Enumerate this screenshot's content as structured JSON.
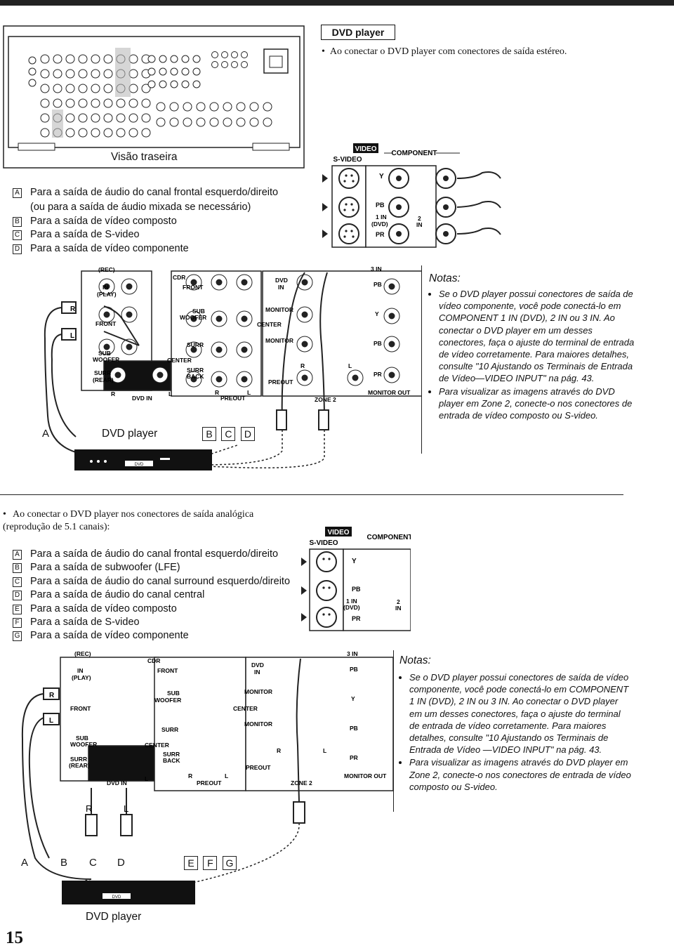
{
  "section_title": "DVD player",
  "bullet_stereo": "Ao conectar o DVD player com conectores de saída estéreo.",
  "rear_view_label": "Visão traseira",
  "list1": [
    {
      "key": "A",
      "text": "Para a saída de áudio do canal frontal esquerdo/direito"
    },
    {
      "key": "",
      "text": "(ou para a saída de áudio mixada se necessário)"
    },
    {
      "key": "B",
      "text": "Para a saída de vídeo composto"
    },
    {
      "key": "C",
      "text": "Para a saída de S-video"
    },
    {
      "key": "D",
      "text": "Para a saída de vídeo componente"
    }
  ],
  "video_panel": {
    "video": "VIDEO",
    "svideo": "S-VIDEO",
    "component": "COMPONENT",
    "y": "Y",
    "pb": "PB",
    "pr": "PR",
    "in1": "1 IN",
    "dvd": "(DVD)",
    "in2a": "2",
    "in2b": "IN"
  },
  "rear_panel": {
    "rec": "(REC)",
    "in": "IN",
    "play": "(PLAY)",
    "cdr": "CDR",
    "front": "FRONT",
    "front2": "FRONT",
    "sub": "SUB",
    "woofer": "WOOFER",
    "surr": "SURR",
    "center": "CENTER",
    "surr_rear": "SURR",
    "rear": "(REAR)",
    "surr_back": "SURR",
    "back": "BACK",
    "dvd_in": "DVD IN",
    "r": "R",
    "l": "L",
    "preout": "PREOUT",
    "dvd": "DVD",
    "dvd_in2": "IN",
    "monitor": "MONITOR",
    "out": "OUT",
    "center2": "CENTER",
    "monitor2": "MONITOR",
    "out2": "OUT",
    "preout2": "PREOUT",
    "zone2": "ZONE 2",
    "in3": "3 IN",
    "pb": "PB",
    "y": "Y",
    "pr": "PR",
    "monitor_out": "MONITOR OUT"
  },
  "diagram1": {
    "a": "A",
    "b": "B",
    "c": "C",
    "d": "D",
    "dvd_player": "DVD player",
    "r": "R",
    "l": "L",
    "dvd_logo": "DVD"
  },
  "notes1": {
    "title": "Notas:",
    "items": [
      "Se o DVD player possui conectores de saída de vídeo componente, você pode conectá-lo em COMPONENT 1 IN (DVD), 2 IN ou 3 IN. Ao conectar o DVD player em um desses conectores, faça o ajuste do terminal de entrada de vídeo corretamente. Para maiores detalhes, consulte \"10 Ajustando os Terminais de Entrada de Vídeo—VIDEO INPUT\" na pág. 43.",
      "Para visualizar as imagens através do DVD player em Zone 2, conecte-o nos conectores de entrada de vídeo composto ou S-video."
    ]
  },
  "bullet_analog": "Ao conectar o DVD player nos conectores de saída analógica (reprodução de 5.1 canais):",
  "list2": [
    {
      "key": "A",
      "text": "Para a saída de áudio do canal frontal esquerdo/direito"
    },
    {
      "key": "B",
      "text": "Para a saída de subwoofer (LFE)"
    },
    {
      "key": "C",
      "text": "Para a saída de áudio do canal surround esquerdo/direito"
    },
    {
      "key": "D",
      "text": "Para a saída de áudio do canal central"
    },
    {
      "key": "E",
      "text": "Para a saída de vídeo composto"
    },
    {
      "key": "F",
      "text": "Para a saída de S-video"
    },
    {
      "key": "G",
      "text": "Para a saída de vídeo componente"
    }
  ],
  "diagram2": {
    "a": "A",
    "b": "B",
    "c": "C",
    "d": "D",
    "e": "E",
    "f": "F",
    "g": "G",
    "dvd_player": "DVD player",
    "r": "R",
    "l": "L",
    "dvd_logo": "DVD"
  },
  "notes2": {
    "title": "Notas:",
    "items": [
      "Se o DVD player possui conectores de saída de vídeo componente, você pode conectá-lo em COMPONENT 1 IN (DVD), 2 IN ou 3 IN. Ao conectar o DVD player em um desses conectores, faça o ajuste do terminal de entrada de vídeo corretamente. Para maiores detalhes, consulte \"10 Ajustando os Terminais de Entrada de Vídeo —VIDEO INPUT\" na pág. 43.",
      "Para visualizar as imagens através do DVD player em Zone 2, conecte-o nos conectores de entrada de vídeo composto ou S-video."
    ]
  },
  "page_number": "15"
}
